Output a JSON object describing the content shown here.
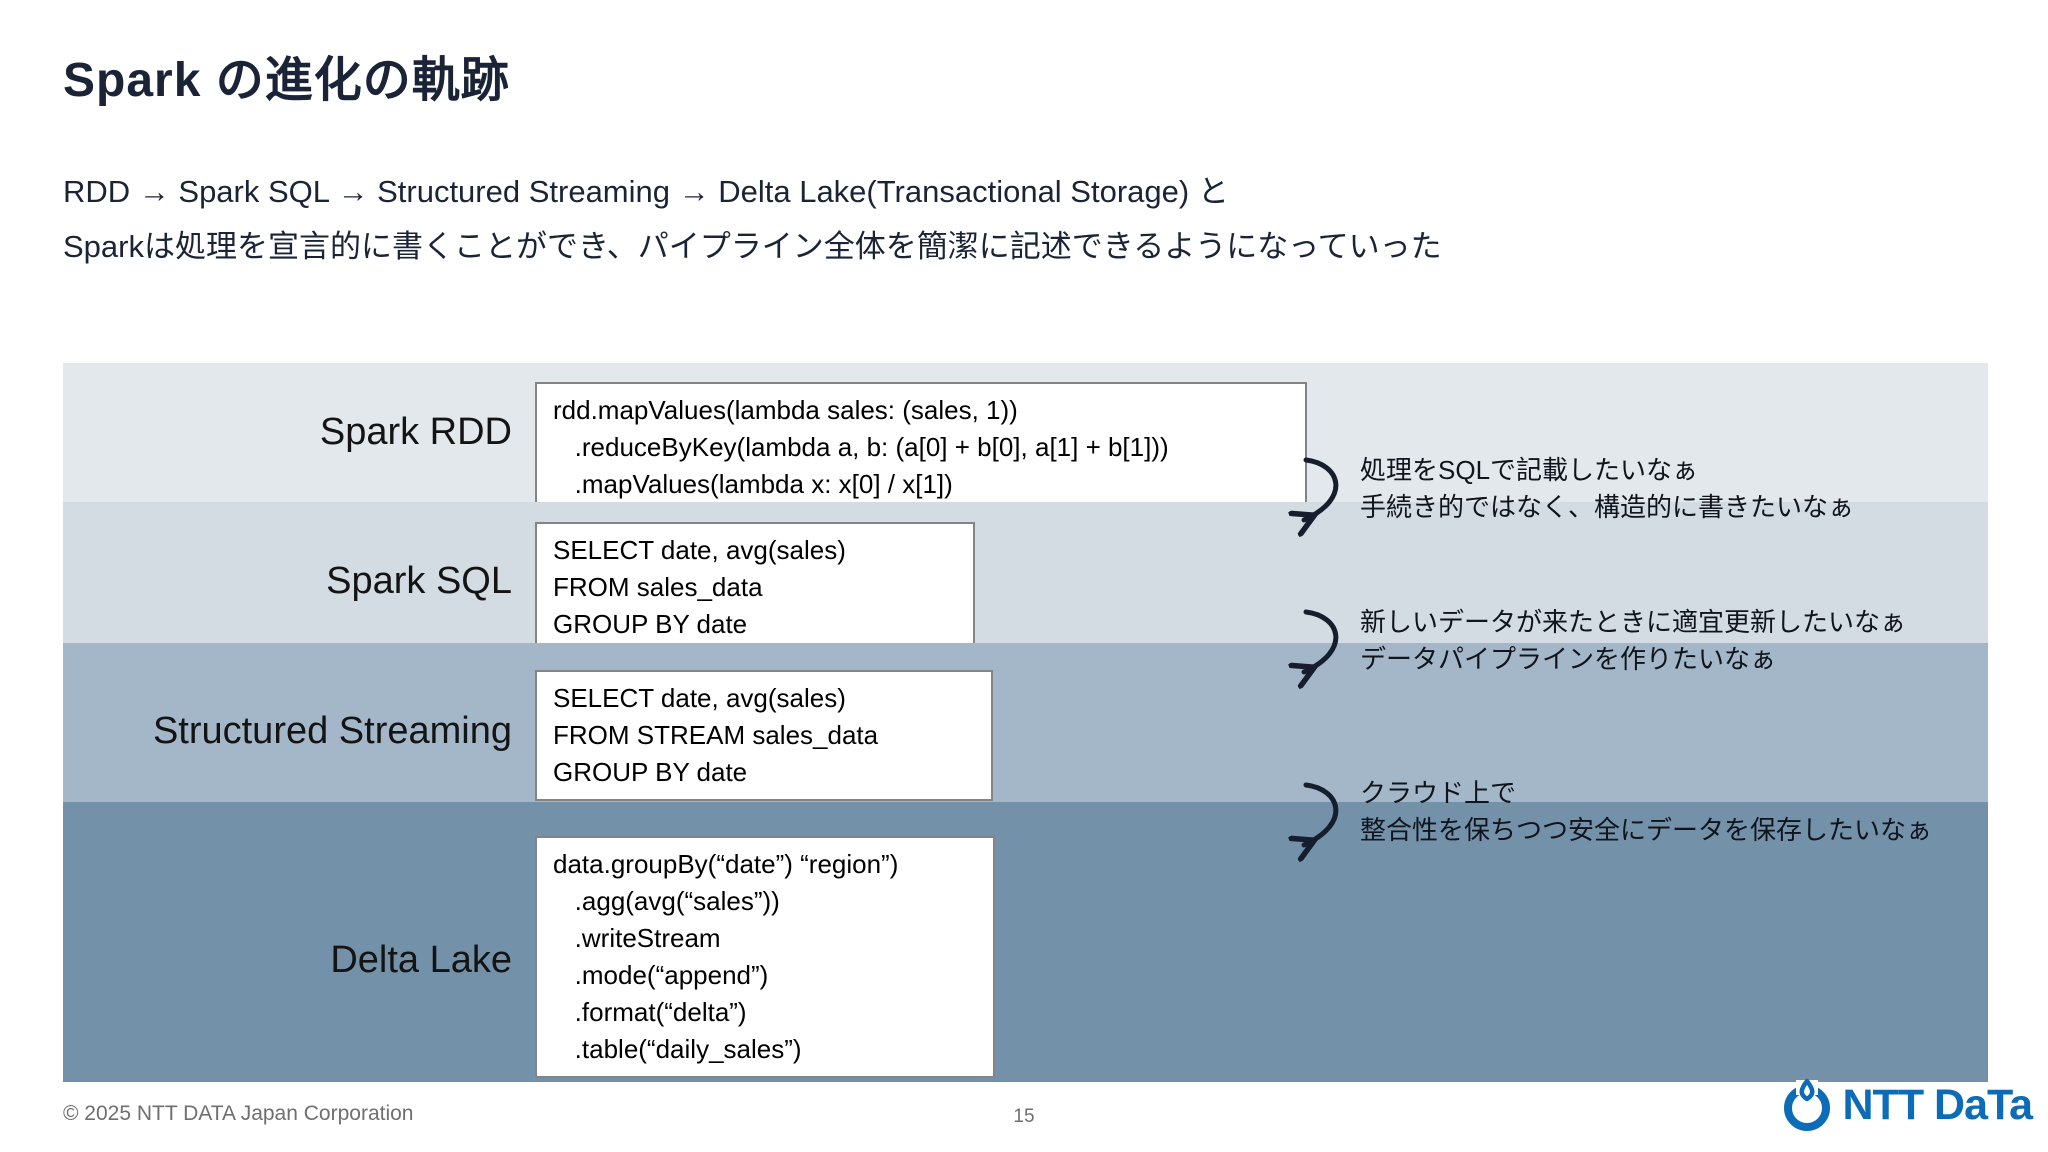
{
  "slide": {
    "title": "Spark の進化の軌跡",
    "subtitle_line1": "RDD → Spark SQL → Structured Streaming → Delta Lake(Transactional Storage) と",
    "subtitle_line2": "Sparkは処理を宣言的に書くことができ、パイプライン全体を簡潔に記述できるようになっていった"
  },
  "rows": [
    {
      "label": "Spark RDD",
      "bg": "#e3e8ec",
      "code": "rdd.mapValues(lambda sales: (sales, 1))\n   .reduceByKey(lambda a, b: (a[0] + b[0], a[1] + b[1]))\n   .mapValues(lambda x: x[0] / x[1])"
    },
    {
      "label": "Spark SQL",
      "bg": "#d3dce3",
      "code": "SELECT date, avg(sales)\nFROM sales_data\nGROUP BY date"
    },
    {
      "label": "Structured Streaming",
      "bg": "#a3b7c8",
      "code": "SELECT date, avg(sales)\nFROM STREAM sales_data\nGROUP BY date"
    },
    {
      "label": "Delta Lake",
      "bg": "#7392a9",
      "code": "data.groupBy(“date”) “region”)\n   .agg(avg(“sales”))\n   .writeStream\n   .mode(“append”)\n   .format(“delta”)\n   .table(“daily_sales”)"
    }
  ],
  "annotations": [
    {
      "line1": "処理をSQLで記載したいなぁ",
      "line2": "手続き的ではなく、構造的に書きたいなぁ"
    },
    {
      "line1": "新しいデータが来たときに適宜更新したいなぁ",
      "line2": "データパイプラインを作りたいなぁ"
    },
    {
      "line1": "クラウド上で",
      "line2": "整合性を保ちつつ安全にデータを保存したいなぁ"
    }
  ],
  "footer": {
    "copyright": "© 2025 NTT DATA Japan Corporation",
    "page_number": "15",
    "logo_text": "NTT DaTa"
  },
  "colors": {
    "title_text": "#1b2436",
    "band1_bg": "#e3e8ec",
    "band2_bg": "#d3dce3",
    "band3_bg": "#a3b7c8",
    "band4_bg": "#7392a9",
    "arrow_stroke": "#161e2e",
    "brand_blue": "#0c6cb8",
    "footer_gray": "#6f6f6f"
  }
}
